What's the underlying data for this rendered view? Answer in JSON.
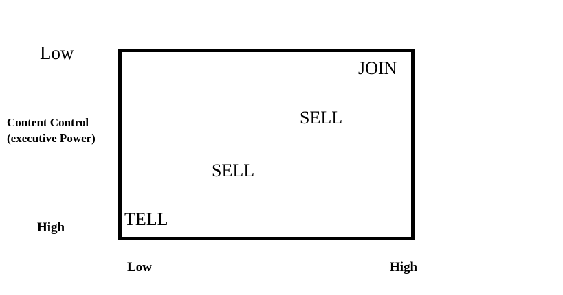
{
  "diagram": {
    "type": "two-by-two-matrix",
    "background_color": "#ffffff",
    "border_color": "#000000",
    "text_color": "#000000",
    "y_axis": {
      "title_line1": "Content Control",
      "title_line2": "(executive Power)",
      "top_label": "Low",
      "bottom_label": "High"
    },
    "x_axis": {
      "left_label": "Low",
      "right_label": "High"
    },
    "quadrants": [
      {
        "id": "join",
        "label": "JOIN",
        "position": "top-right"
      },
      {
        "id": "sell-upper",
        "label": "SELL",
        "position": "upper-middle-right"
      },
      {
        "id": "sell-lower",
        "label": "SELL",
        "position": "lower-middle-left"
      },
      {
        "id": "tell",
        "label": "TELL",
        "position": "bottom-left"
      }
    ]
  }
}
